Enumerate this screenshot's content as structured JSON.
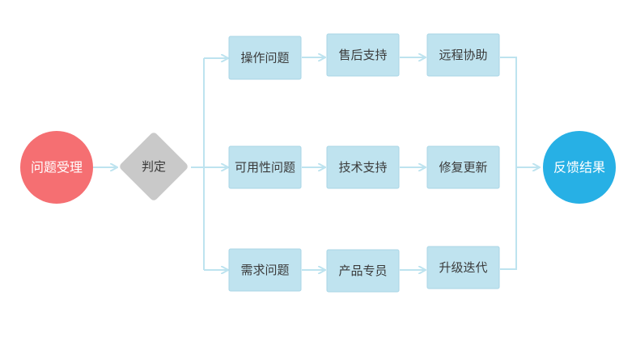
{
  "colors": {
    "start": "#f56f72",
    "decision": "#c9c9c9",
    "box_fill": "#bfe3ef",
    "end": "#27b0e5",
    "connector": "#bde3ef"
  },
  "nodes": {
    "start": "问题受理",
    "decision": "判定",
    "end": "反馈结果",
    "rows": [
      [
        "操作问题",
        "售后支持",
        "远程协助"
      ],
      [
        "可用性问题",
        "技术支持",
        "修复更新"
      ],
      [
        "需求问题",
        "产品专员",
        "升级迭代"
      ]
    ]
  }
}
